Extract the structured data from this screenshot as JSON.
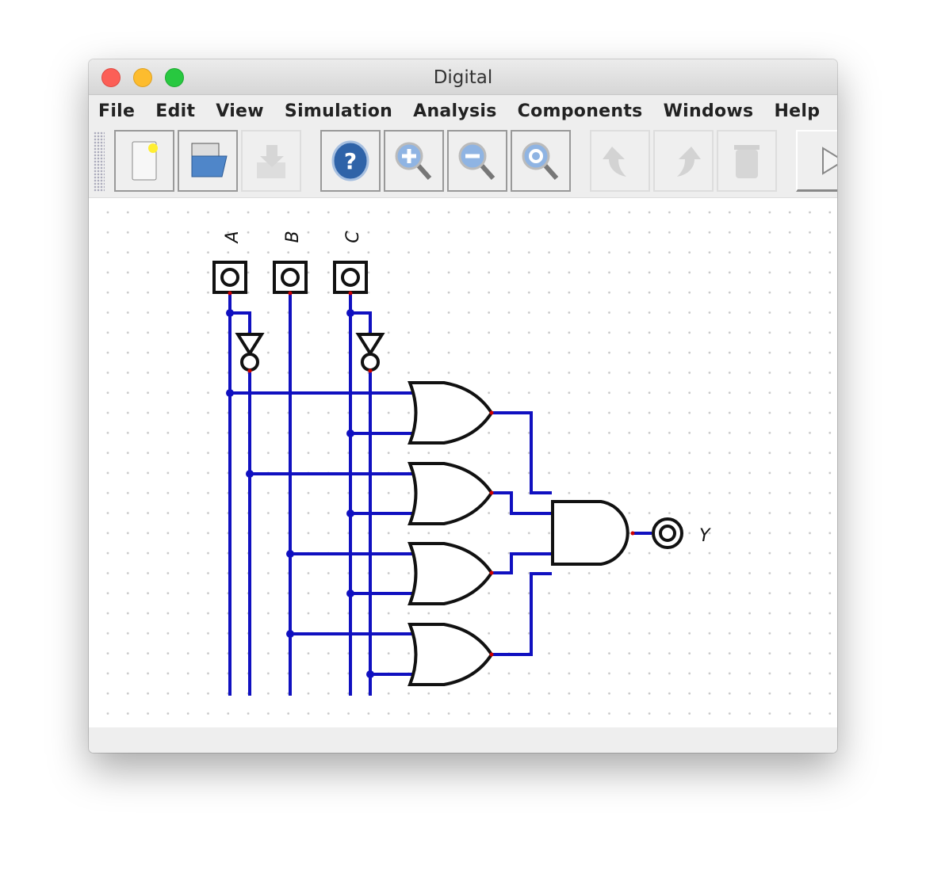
{
  "window": {
    "title": "Digital"
  },
  "menu": [
    "File",
    "Edit",
    "View",
    "Simulation",
    "Analysis",
    "Components",
    "Windows",
    "Help"
  ],
  "toolbar": {
    "buttons": [
      {
        "name": "new-icon",
        "enabled": true
      },
      {
        "name": "open-icon",
        "enabled": true
      },
      {
        "name": "save-icon",
        "enabled": false
      },
      {
        "name": "help-icon",
        "enabled": true
      },
      {
        "name": "zoom-in-icon",
        "enabled": true
      },
      {
        "name": "zoom-out-icon",
        "enabled": true
      },
      {
        "name": "zoom-fit-icon",
        "enabled": true
      },
      {
        "name": "undo-icon",
        "enabled": false
      },
      {
        "name": "redo-icon",
        "enabled": false
      },
      {
        "name": "delete-icon",
        "enabled": false
      },
      {
        "name": "run-icon",
        "enabled": true
      }
    ]
  },
  "circuit": {
    "inputs": [
      "A",
      "B",
      "C"
    ],
    "output": "Y",
    "wire_color": "#1010c0",
    "pin_color": "#cc0000"
  }
}
